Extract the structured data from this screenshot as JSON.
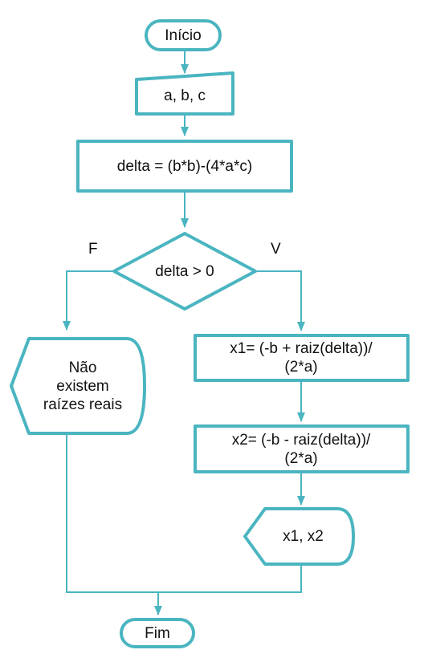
{
  "flowchart": {
    "start_label": "Início",
    "input_label": "a, b, c",
    "delta_process": "delta = (b*b)-(4*a*c)",
    "decision_label": "delta > 0",
    "false_branch": "F",
    "true_branch": "V",
    "no_roots_display": "Não\nexistem\nraízes reais",
    "x1_process": "x1= (-b + raiz(delta))/\n(2*a)",
    "x2_process": "x2= (-b - raiz(delta))/\n(2*a)",
    "output_display": "x1, x2",
    "end_label": "Fim"
  },
  "colors": {
    "stroke": "#4ab5c0",
    "text": "#111111"
  }
}
